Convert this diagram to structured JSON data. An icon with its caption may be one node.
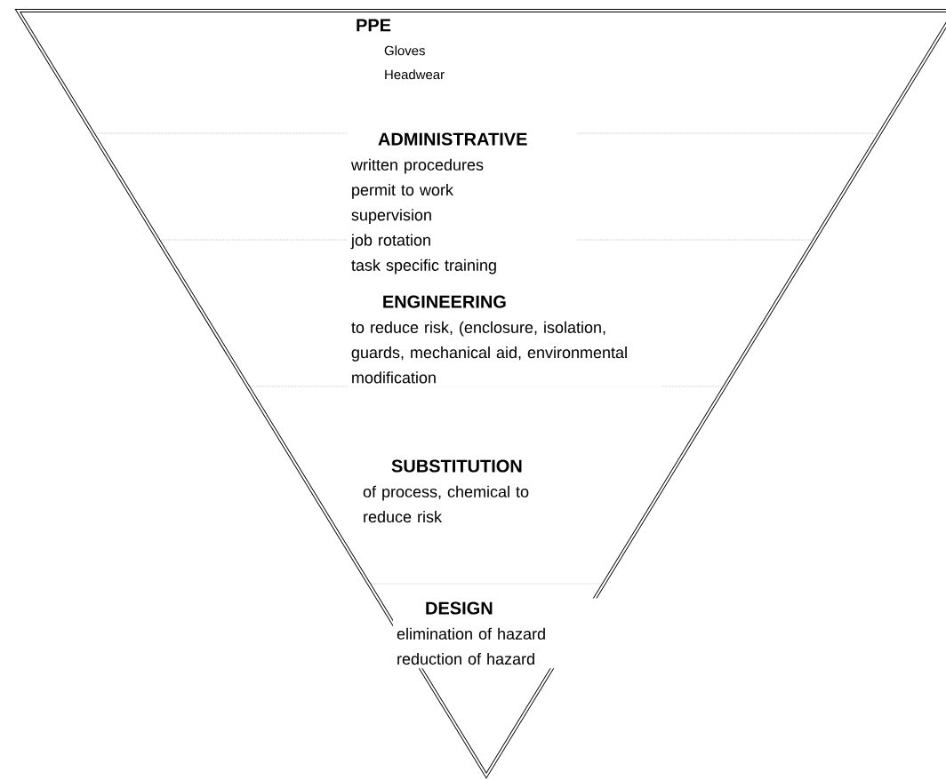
{
  "diagram": {
    "nodes": [
      {
        "text": [],
        "shape": "triangle"
      },
      {
        "text": [
          "PPE",
          "Gloves",
          "Headwear"
        ],
        "in": 0
      },
      {
        "text": [
          "ADMINISTRATIVE",
          "written procedures",
          "permit to work",
          "supervision",
          "job rotation",
          "task specific training"
        ],
        "in": 0
      },
      {
        "text": [
          "ENGINEERING",
          "to reduce risk, (enclosure, isolation, guards, mechanical aid, environmental modification"
        ],
        "in": 0
      },
      {
        "text": [
          "SUBSTITUTION",
          "of process, chemical to reduce risk"
        ],
        "in": 0
      },
      {
        "text": [
          "DESIGN",
          "elimination of hazard",
          "reduction of hazard"
        ],
        "in": 0
      }
    ]
  }
}
